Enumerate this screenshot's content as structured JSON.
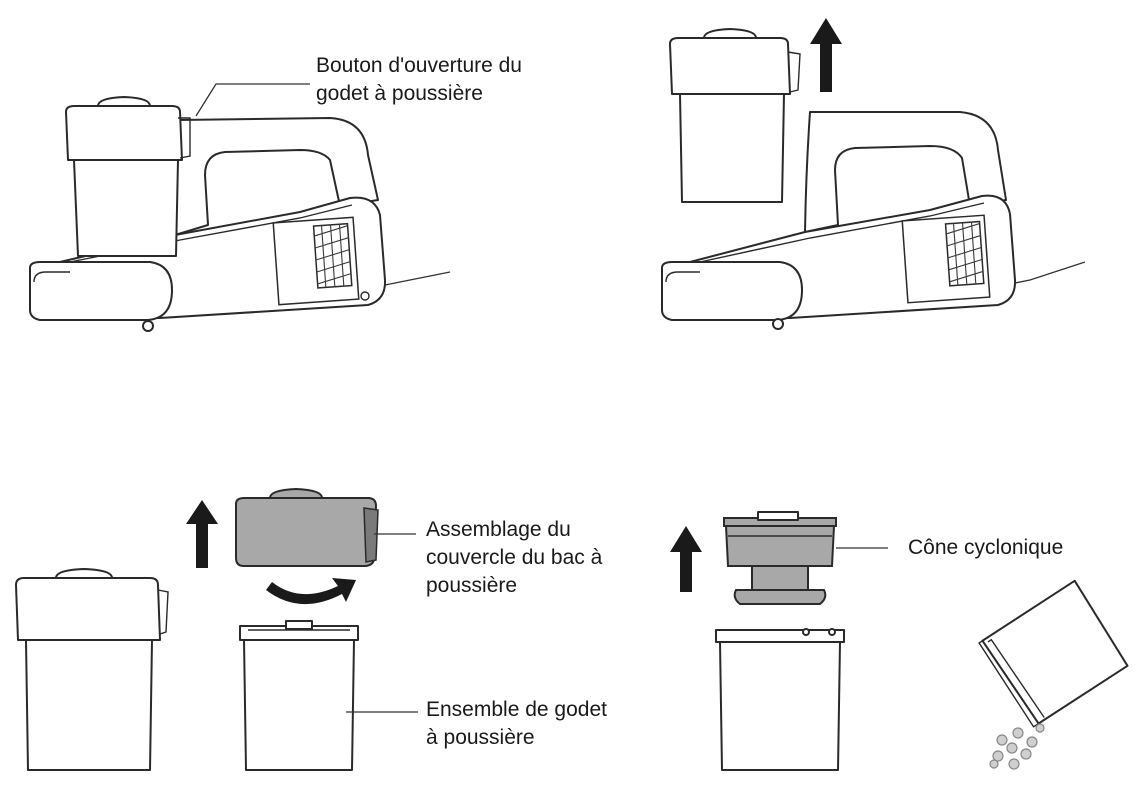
{
  "labels": {
    "dust_cup_release_button": [
      "Bouton d'ouverture du",
      "godet à poussière"
    ],
    "dust_bin_lid_assembly": [
      "Assemblage du",
      "couvercle du bac à",
      "poussière"
    ],
    "dust_cup_assembly": [
      "Ensemble de godet",
      "à poussière"
    ],
    "cyclone_cone": [
      "Cône cyclonique"
    ]
  },
  "colors": {
    "line": "#2a2a2a",
    "part_fill": "#ffffff",
    "highlight_fill": "#a8a8a8",
    "arrow": "#1a1a1a"
  },
  "icons": [
    "up-arrow-icon",
    "rotate-arrow-icon",
    "dust-particles-icon"
  ]
}
